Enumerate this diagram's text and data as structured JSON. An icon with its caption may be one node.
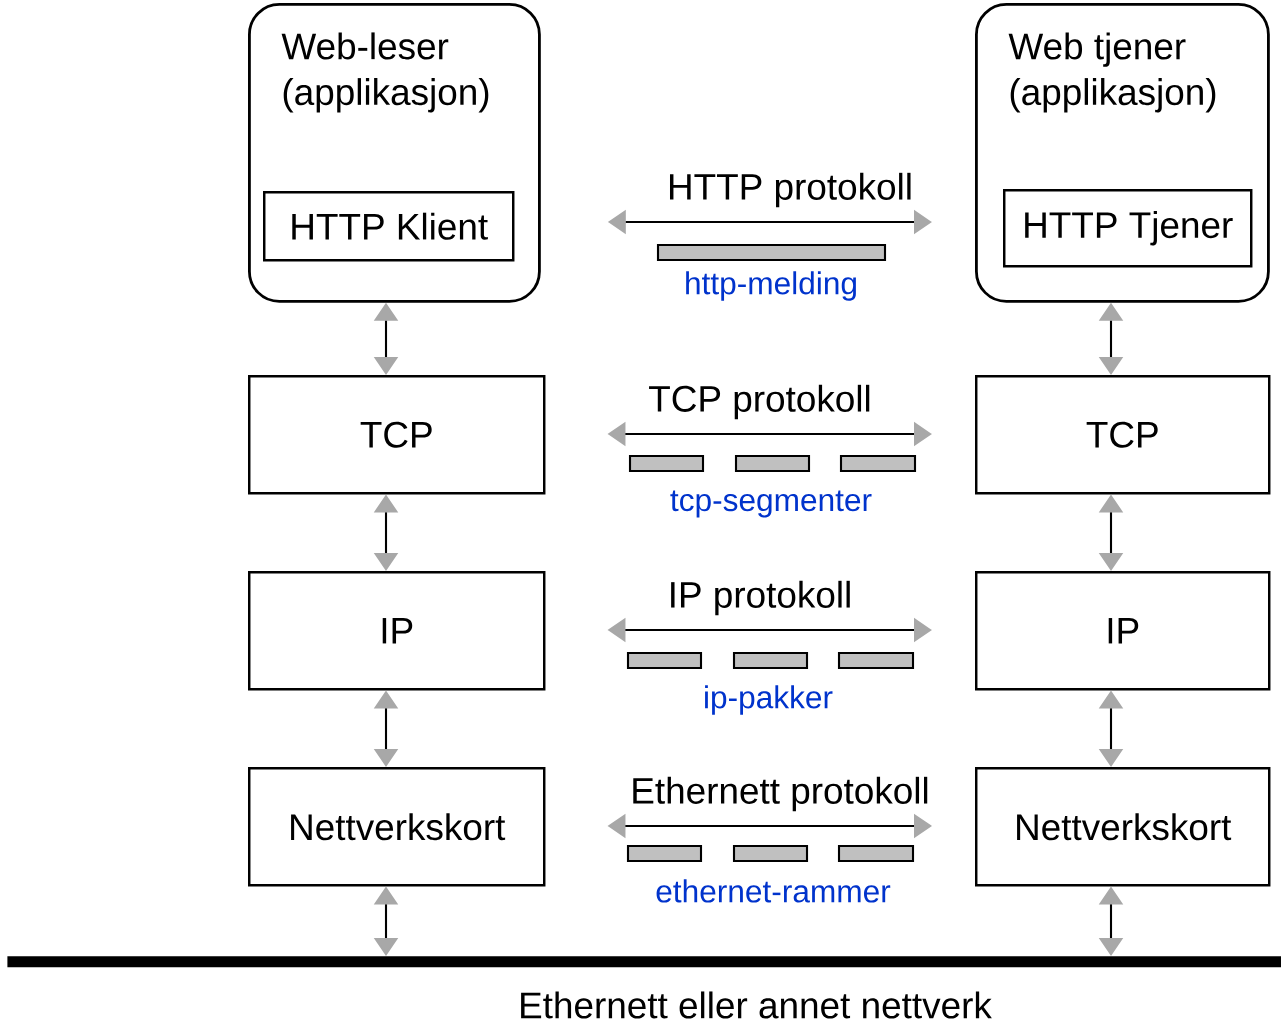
{
  "diagram": {
    "nodes": [
      {
        "text": [
          "Web-leser (applikasjon)"
        ]
      },
      {
        "text": [
          "HTTP Klient"
        ],
        "in": 0
      },
      {
        "text": [
          "Web tjener (applikasjon)"
        ]
      },
      {
        "text": [
          "HTTP Tjener"
        ],
        "in": 2
      },
      {
        "text": [
          "TCP"
        ]
      },
      {
        "text": [
          "TCP"
        ]
      },
      {
        "text": [
          "IP"
        ]
      },
      {
        "text": [
          "IP"
        ]
      },
      {
        "text": [
          "Nettverkskort"
        ]
      },
      {
        "text": [
          "Nettverkskort"
        ]
      },
      {
        "text": [],
        "shape": "bar",
        "beside": [
          "Ethernett eller annet nettverk"
        ]
      }
    ],
    "edges": [
      {
        "from": 0,
        "to": 2,
        "arrow": "both",
        "label": "HTTP protokoll"
      },
      {
        "from": 0,
        "to": 4,
        "arrow": "both"
      },
      {
        "from": 2,
        "to": 5,
        "arrow": "both"
      },
      {
        "from": 4,
        "to": 5,
        "arrow": "both",
        "label": "TCP protokoll"
      },
      {
        "from": 4,
        "to": 6,
        "arrow": "both"
      },
      {
        "from": 5,
        "to": 7,
        "arrow": "both"
      },
      {
        "from": 6,
        "to": 7,
        "arrow": "both",
        "label": "IP protokoll"
      },
      {
        "from": 6,
        "to": 8,
        "arrow": "both"
      },
      {
        "from": 7,
        "to": 9,
        "arrow": "both"
      },
      {
        "from": 8,
        "to": 9,
        "arrow": "both",
        "label": "Ethernett protokoll"
      },
      {
        "from": 8,
        "to": 10,
        "arrow": "both"
      },
      {
        "from": 9,
        "to": 10,
        "arrow": "both"
      }
    ],
    "labels": [
      "http-melding",
      "tcp-segmenter",
      "ip-pakker",
      "ethernet-rammer"
    ]
  }
}
